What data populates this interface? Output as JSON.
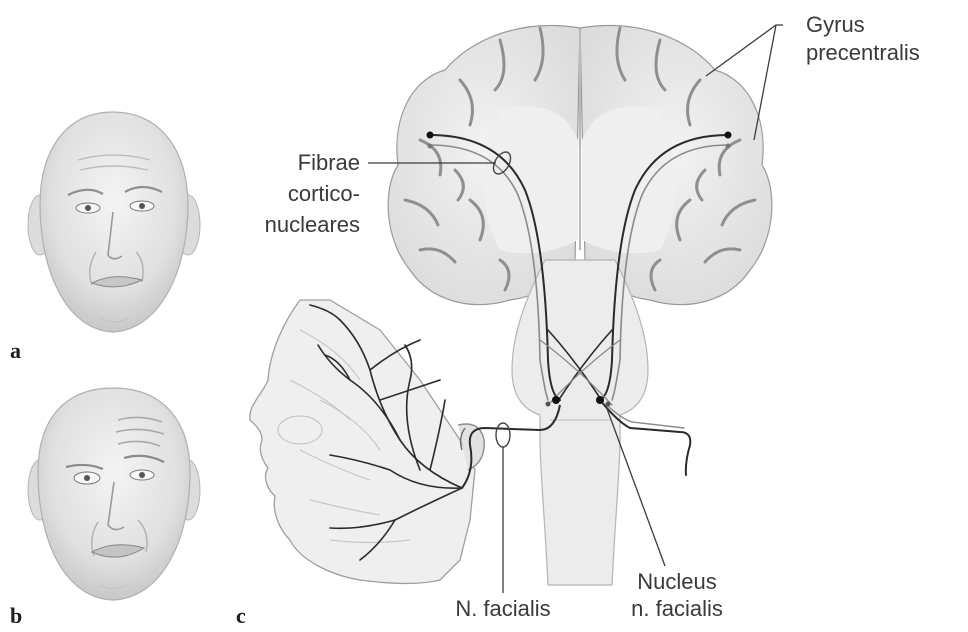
{
  "labels": {
    "gyrus_line1": "Gyrus",
    "gyrus_line2": "precentralis",
    "fibrae_line1": "Fibrae",
    "fibrae_line2": "cortico-",
    "fibrae_line3": "nucleares",
    "n_facialis": "N. facialis",
    "nucleus_line1": "Nucleus",
    "nucleus_line2": "n. facialis"
  },
  "panels": {
    "a": "a",
    "b": "b",
    "c": "c"
  },
  "colors": {
    "skin": "#e6e6e6",
    "skin_shadow": "#cfcfcf",
    "brain_white": "#ececec",
    "brain_gray": "#c9c9c9",
    "sulcus": "#8d8d8d",
    "nerve": "#2a2a2a",
    "leader": "#444444"
  }
}
